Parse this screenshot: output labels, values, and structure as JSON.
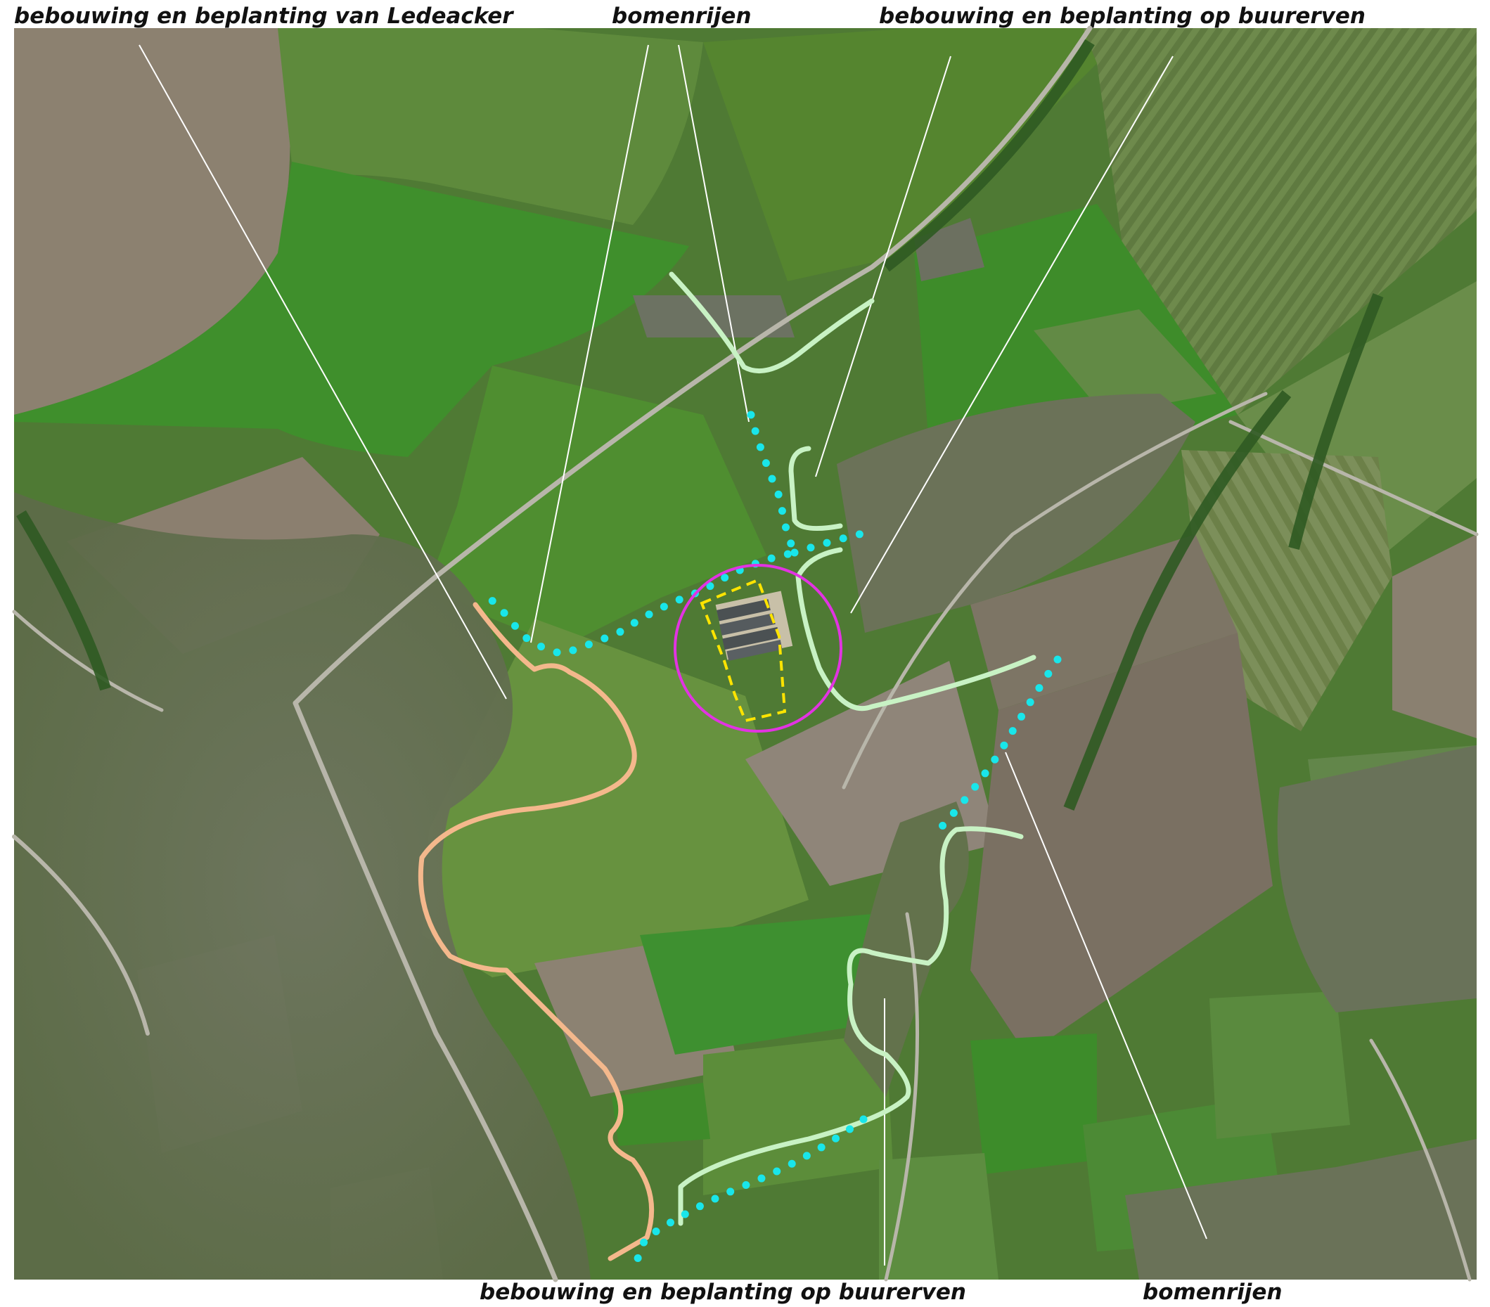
{
  "labels": {
    "top_left": "bebouwing en beplanting van Ledeacker",
    "top_center": "bomenrijen",
    "top_right": "bebouwing en beplanting op buurerven",
    "bottom_center": "bebouwing en beplanting op buurerven",
    "bottom_right": "bomenrijen"
  },
  "legend_colors": {
    "village_edge": "#f4b88c",
    "neighbour_yards": "#c8f2c4",
    "tree_rows": "#19e6ea",
    "plan_area_circle": "#e233e2",
    "plan_boundary": "#ffe400"
  }
}
